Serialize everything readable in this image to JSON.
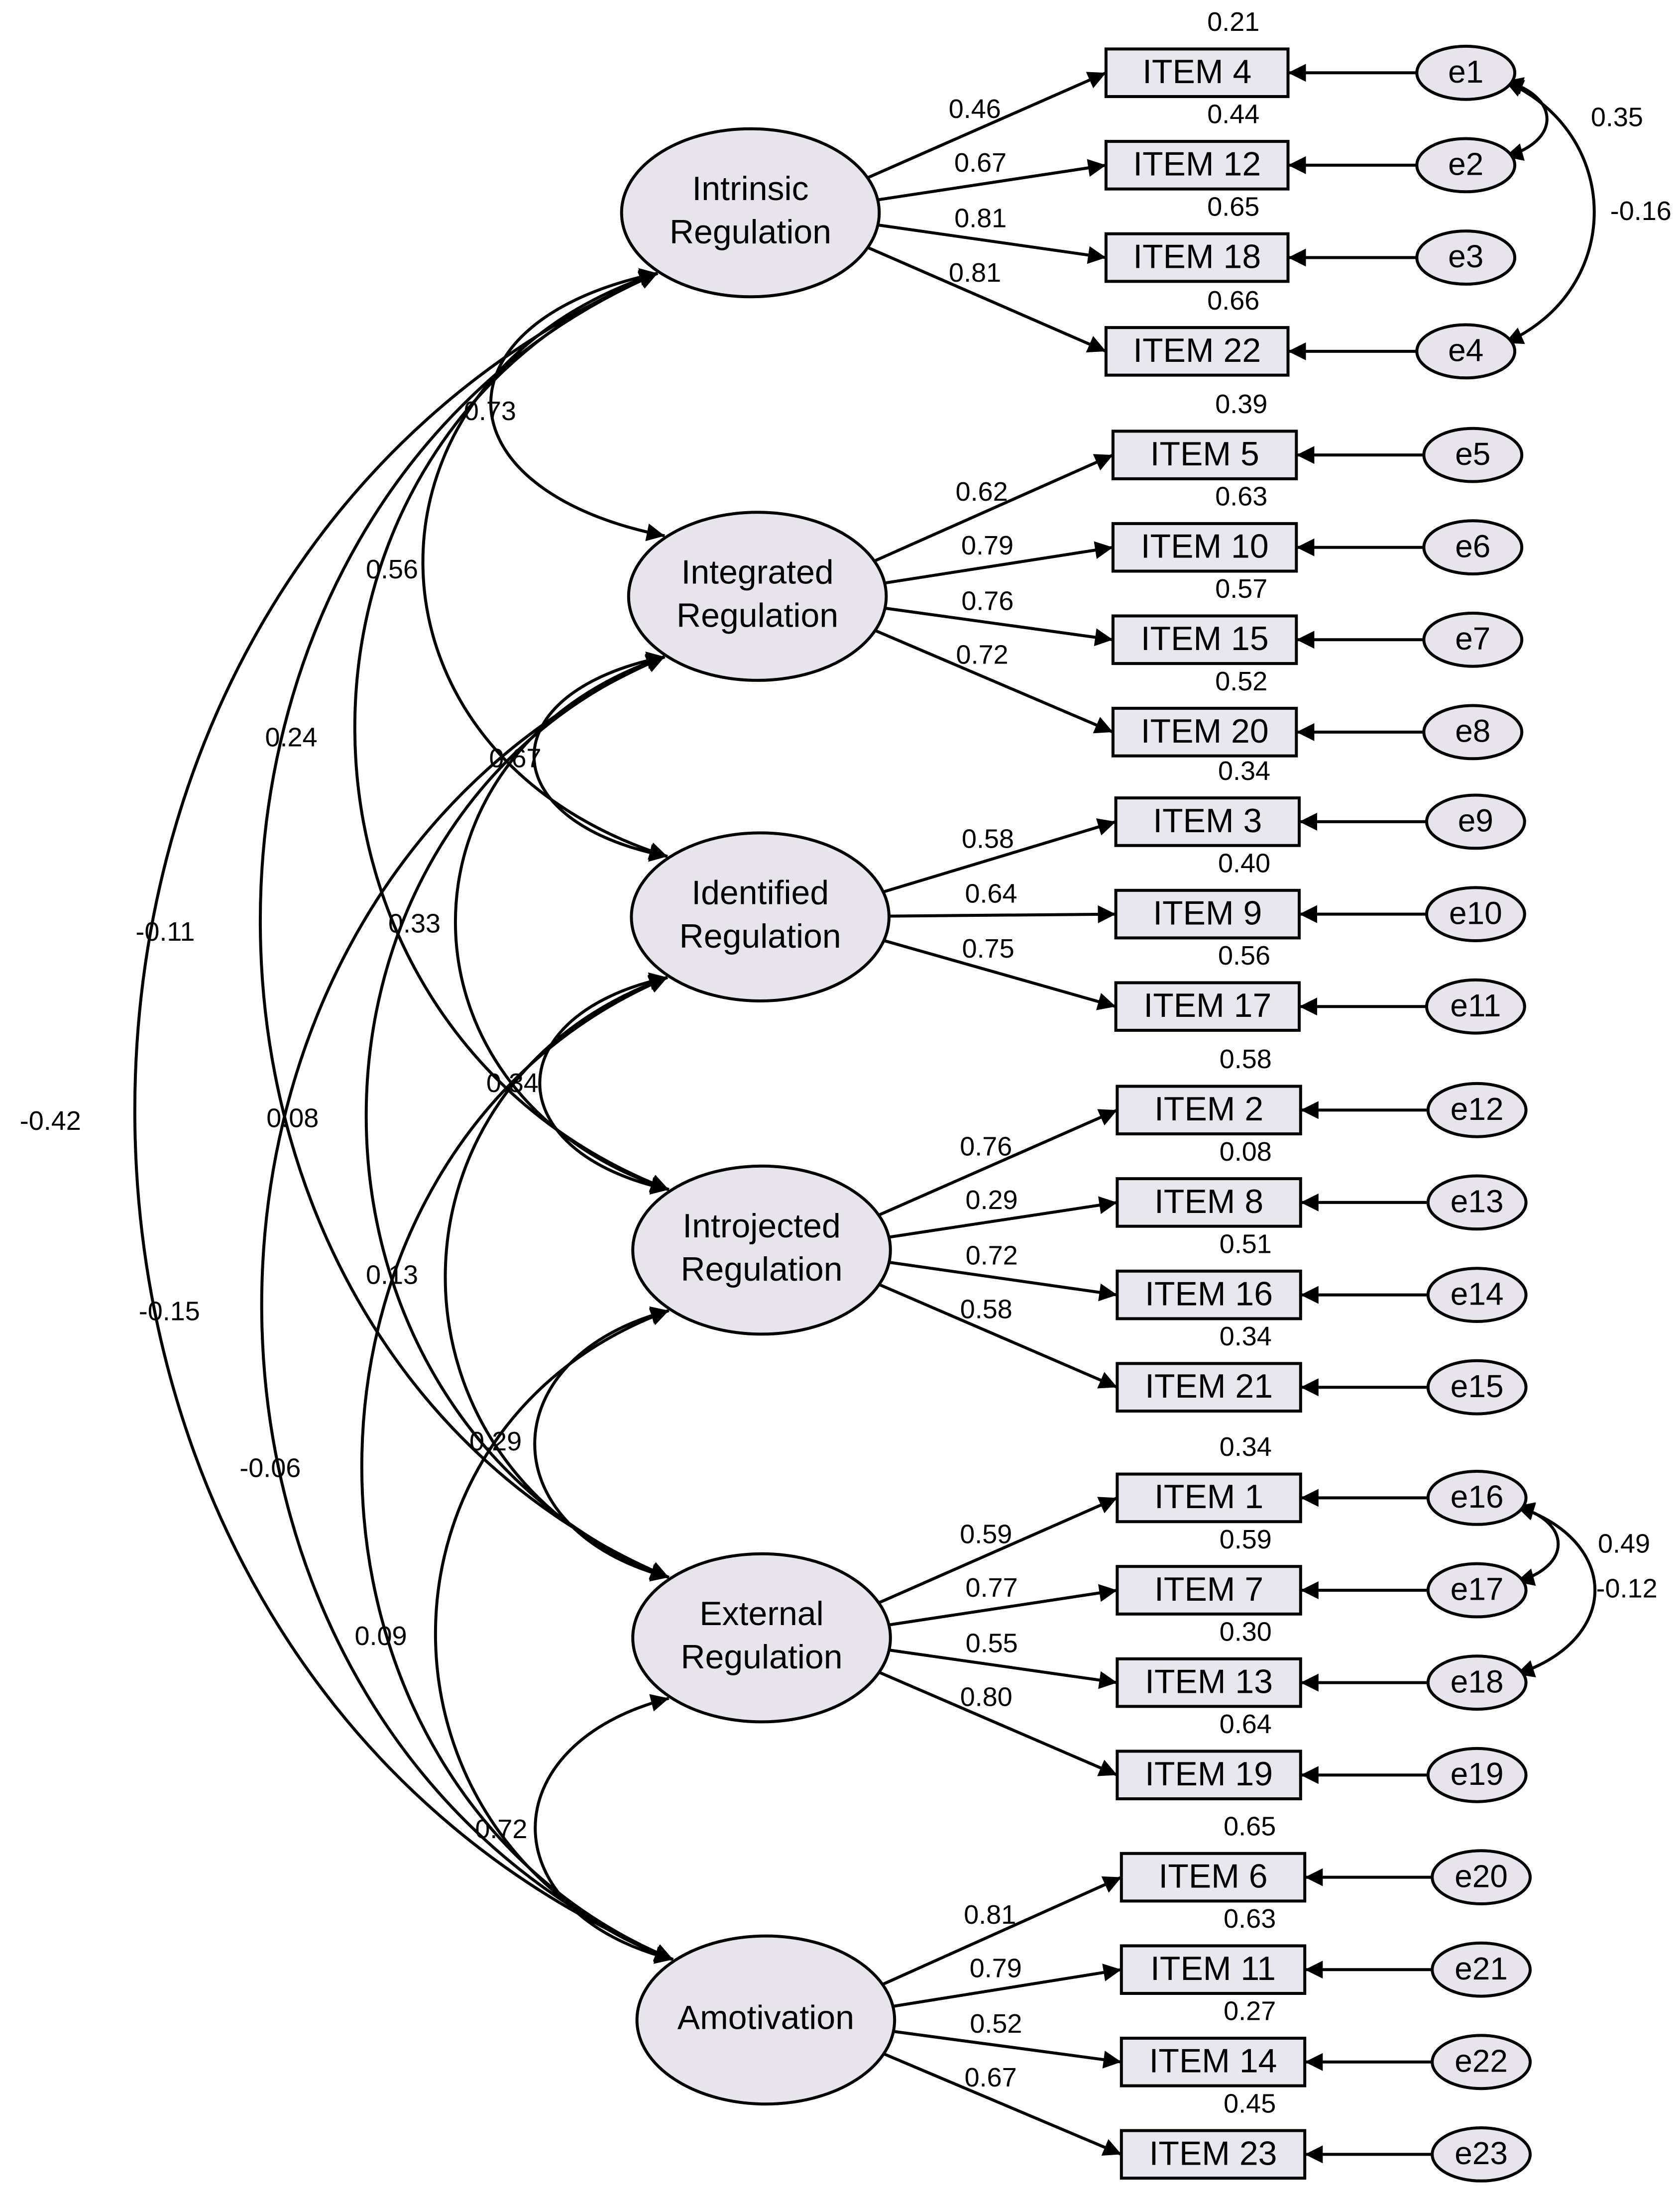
{
  "latents": [
    {
      "id": "intrinsic",
      "lines": [
        "Intrinsic",
        "Regulation"
      ]
    },
    {
      "id": "integrated",
      "lines": [
        "Integrated",
        "Regulation"
      ]
    },
    {
      "id": "identified",
      "lines": [
        "Identified",
        "Regulation"
      ]
    },
    {
      "id": "introjected",
      "lines": [
        "Introjected",
        "Regulation"
      ]
    },
    {
      "id": "external",
      "lines": [
        "External",
        "Regulation"
      ]
    },
    {
      "id": "amotivation",
      "lines": [
        "Amotivation"
      ]
    }
  ],
  "items": [
    {
      "label": "ITEM 4",
      "latent": "intrinsic",
      "loading": "0.46",
      "r2": "0.21",
      "error": "e1"
    },
    {
      "label": "ITEM 12",
      "latent": "intrinsic",
      "loading": "0.67",
      "r2": "0.44",
      "error": "e2"
    },
    {
      "label": "ITEM 18",
      "latent": "intrinsic",
      "loading": "0.81",
      "r2": "0.65",
      "error": "e3"
    },
    {
      "label": "ITEM 22",
      "latent": "intrinsic",
      "loading": "0.81",
      "r2": "0.66",
      "error": "e4"
    },
    {
      "label": "ITEM 5",
      "latent": "integrated",
      "loading": "0.62",
      "r2": "0.39",
      "error": "e5"
    },
    {
      "label": "ITEM 10",
      "latent": "integrated",
      "loading": "0.79",
      "r2": "0.63",
      "error": "e6"
    },
    {
      "label": "ITEM 15",
      "latent": "integrated",
      "loading": "0.76",
      "r2": "0.57",
      "error": "e7"
    },
    {
      "label": "ITEM 20",
      "latent": "integrated",
      "loading": "0.72",
      "r2": "0.52",
      "error": "e8"
    },
    {
      "label": "ITEM 3",
      "latent": "identified",
      "loading": "0.58",
      "r2": "0.34",
      "error": "e9"
    },
    {
      "label": "ITEM 9",
      "latent": "identified",
      "loading": "0.64",
      "r2": "0.40",
      "error": "e10"
    },
    {
      "label": "ITEM 17",
      "latent": "identified",
      "loading": "0.75",
      "r2": "0.56",
      "error": "e11"
    },
    {
      "label": "ITEM 2",
      "latent": "introjected",
      "loading": "0.76",
      "r2": "0.58",
      "error": "e12"
    },
    {
      "label": "ITEM 8",
      "latent": "introjected",
      "loading": "0.29",
      "r2": "0.08",
      "error": "e13"
    },
    {
      "label": "ITEM 16",
      "latent": "introjected",
      "loading": "0.72",
      "r2": "0.51",
      "error": "e14"
    },
    {
      "label": "ITEM 21",
      "latent": "introjected",
      "loading": "0.58",
      "r2": "0.34",
      "error": "e15"
    },
    {
      "label": "ITEM 1",
      "latent": "external",
      "loading": "0.59",
      "r2": "0.34",
      "error": "e16"
    },
    {
      "label": "ITEM 7",
      "latent": "external",
      "loading": "0.77",
      "r2": "0.59",
      "error": "e17"
    },
    {
      "label": "ITEM 13",
      "latent": "external",
      "loading": "0.55",
      "r2": "0.30",
      "error": "e18"
    },
    {
      "label": "ITEM 19",
      "latent": "external",
      "loading": "0.80",
      "r2": "0.64",
      "error": "e19"
    },
    {
      "label": "ITEM 6",
      "latent": "amotivation",
      "loading": "0.81",
      "r2": "0.65",
      "error": "e20"
    },
    {
      "label": "ITEM 11",
      "latent": "amotivation",
      "loading": "0.79",
      "r2": "0.63",
      "error": "e21"
    },
    {
      "label": "ITEM 14",
      "latent": "amotivation",
      "loading": "0.52",
      "r2": "0.27",
      "error": "e22"
    },
    {
      "label": "ITEM 23",
      "latent": "amotivation",
      "loading": "0.67",
      "r2": "0.45",
      "error": "e23"
    }
  ],
  "latent_covariances": [
    {
      "from": "intrinsic",
      "to": "integrated",
      "value": "0.73"
    },
    {
      "from": "intrinsic",
      "to": "identified",
      "value": "0.56"
    },
    {
      "from": "intrinsic",
      "to": "introjected",
      "value": "0.24"
    },
    {
      "from": "intrinsic",
      "to": "external",
      "value": "-0.11"
    },
    {
      "from": "intrinsic",
      "to": "amotivation",
      "value": "-0.42"
    },
    {
      "from": "integrated",
      "to": "identified",
      "value": "0.67"
    },
    {
      "from": "integrated",
      "to": "introjected",
      "value": "0.33"
    },
    {
      "from": "integrated",
      "to": "external",
      "value": "0.08"
    },
    {
      "from": "integrated",
      "to": "amotivation",
      "value": "-0.15"
    },
    {
      "from": "identified",
      "to": "introjected",
      "value": "0.34"
    },
    {
      "from": "identified",
      "to": "external",
      "value": "0.13"
    },
    {
      "from": "identified",
      "to": "amotivation",
      "value": "-0.06"
    },
    {
      "from": "introjected",
      "to": "external",
      "value": "0.29"
    },
    {
      "from": "introjected",
      "to": "amotivation",
      "value": "0.09"
    },
    {
      "from": "external",
      "to": "amotivation",
      "value": "0.72"
    }
  ],
  "error_covariances": [
    {
      "from": "e1",
      "to": "e2",
      "value": "0.35"
    },
    {
      "from": "e1",
      "to": "e4",
      "value": "-0.16"
    },
    {
      "from": "e16",
      "to": "e17",
      "value": "0.49"
    },
    {
      "from": "e16",
      "to": "e18",
      "value": "-0.12"
    }
  ],
  "colors": {
    "node_fill": "#e8e4ec",
    "box_fill": "#e9e7ee",
    "stroke": "#000000"
  }
}
